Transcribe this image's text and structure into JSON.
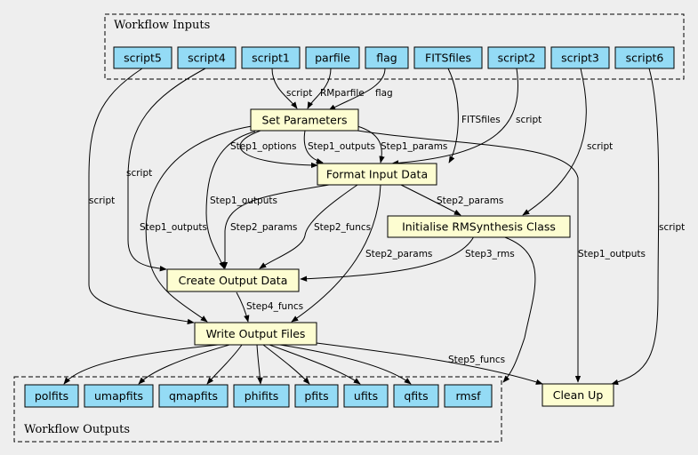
{
  "clusters": {
    "inputs": "Workflow Inputs",
    "outputs": "Workflow Outputs"
  },
  "nodes": {
    "script5": "script5",
    "script4": "script4",
    "script1": "script1",
    "parfile": "parfile",
    "flag": "flag",
    "fitsfiles": "FITSfiles",
    "script2": "script2",
    "script3": "script3",
    "script6": "script6",
    "set_parameters": "Set Parameters",
    "format_input_data": "Format Input Data",
    "initialise_rmsynthesis": "Initialise RMSynthesis Class",
    "create_output_data": "Create Output Data",
    "write_output_files": "Write Output Files",
    "clean_up": "Clean Up",
    "polfits": "polfits",
    "umapfits": "umapfits",
    "qmapfits": "qmapfits",
    "phifits": "phifits",
    "pfits": "pfits",
    "ufits": "ufits",
    "qfits": "qfits",
    "rmsf": "rmsf"
  },
  "edge_labels": {
    "script1_set": "script",
    "parfile_set": "RMparfile",
    "flag_set": "flag",
    "fits_format": "FITSfiles",
    "script2_format": "script",
    "script3_init": "script",
    "script6_clean": "script",
    "script4_create": "script",
    "script5_write": "script",
    "set_format_options": "Step1_options",
    "set_format_outputs": "Step1_outputs",
    "set_format_params": "Step1_params",
    "set_create_outputs": "Step1_outputs",
    "set_write_outputs": "Step1_outputs",
    "set_clean_outputs": "Step1_outputs",
    "format_init_params": "Step2_params",
    "format_create_params": "Step2_params",
    "format_create_funcs": "Step2_funcs",
    "format_write_params": "Step2_params",
    "init_create_rms": "Step3_rms",
    "create_write_funcs": "Step4_funcs",
    "write_clean_funcs": "Step5_funcs"
  }
}
